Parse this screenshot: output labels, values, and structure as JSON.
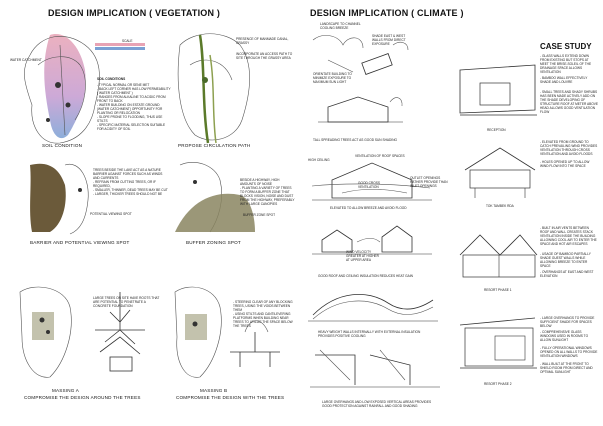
{
  "left": {
    "title": "DESIGN IMPLICATION ( VEGETATION )",
    "labels": {
      "water_catchment": "WATER CATCHMENT",
      "scale": "SCALE",
      "soil_conditions_head": "SOIL CONDITIONS",
      "soil_conditions_body": "- TYPICAL NORMAL OR SENE MET\n- BACK LEFT CORNER HAS LOW PERMEABILITY ( WATER CATCHMENT )\n- RANGES FROM ALKALINE TO ACIDIC FROM FRONT TO BACK\n- WATER BUILDING ON ESTATE GROUND (WATER CATCHMENT) OPPORTUNITY FOR PLANTING OR RELOCATION\n- SLOPE PRONE TO FLOODING, THUS USE STILTS\n- SPECIFIC MATERIAL SELECTION SUITABLE FOR ACIDITY OF SOIL",
      "presence_manmade": "PRESENCE OF MANMADE CANAL, GRASSY",
      "incorporate": "INCORPORATE AN ACCESS PATH TO SITE THROUGH THE GRASSY AREA",
      "soil_condition": "SOIL CONDITION",
      "propose_path": "PROPOSE CIRCULATION PATH",
      "trees_beside": "TREES BESIDE THE LAKE ACT AS A NATURE BARRIER AGAINST FORCES SUCH AS WINDS AND CURRENTS\n- REFRAIN FROM CUTTING TREES, OR IF REQUIRED,\n- SMALLER, THINNER, DEAD TREES MAY BE CUT\n- LARGER, THICKER TREES SHOULD NOT BE",
      "potential_viewing": "POTENTIAL VIEWING SPOT",
      "beside_highway": "BESIDE A HIGHWAY, HIGH AMOUNTS OF NOISE\n- PLANTING A VARIETY OF TREES TO FORM A BUFFER ZONE THAT BLOCKS VISION, NOISE AND DUST FROM THE HIGHWAY, PREFERABLY WITH LARGE CANOPIES",
      "buffer_zone": "BUFFER ZONE SPOT",
      "barrier": "BARRIER AND POTENTIAL VIEWING SPOT",
      "buffer_zoning": "BUFFER ZONING SPOT",
      "large_trees": "LARGE TREES ON SITE HAVE ROOTS THAT ARE POTENTIAL TO PENETRATE A CONCRETE FOUNDATION",
      "steering": "- STEERING CLEAR OF ANY BLOCKING TREES, USING THE VOIDS BETWEEN THEM\n- USING STILTS AND CANTILEVERING PLATFORMS WHEN BUILDING NEAR TREES TO UTILIZE THE SPACE BELOW THE TREES",
      "massing_a_1": "MASSING A",
      "massing_a_2": "COMPROMISE THE DESIGN AROUND THE TREES",
      "massing_b_1": "MASSING B",
      "massing_b_2": "COMPROMISE THE DESIGN WITH THE TREES"
    }
  },
  "right": {
    "title": "DESIGN IMPLICATION ( CLIMATE )",
    "labels": {
      "landscape": "LANDSCAPE TO CHANNEL COOLING BREEZE",
      "shade_east": "SHADE EAST & WEST WALLS FROM DIRECT EXPOSURE",
      "orientate": "ORIENTATE BUILDING TO MINIMIZE EXPOSURE TO MAXIMUM SUN LIGHT",
      "tall_spreading": "TALL SPREADING TREES ACT AS GOOD SUN SHADING",
      "high_ceiling": "HIGH CEILING",
      "ventilation_roof": "VENTILATION OF ROOF SPACES",
      "good_cross": "GOOD CROSS VENTILATION",
      "elevated": "ELEVATED TO ALLOW BREEZE AND AVOID FLOOD",
      "outlet": "OUTLET OPENINGS RATHER PROVIDE THAN INLET OPENINGS",
      "wind_velocity": "WIND VELOCITY GREATER AT HIGHER AT UPPER AREA",
      "good_roof": "GOOD ROOF AND CEILING INSULATION REDUCES HEAT GAIN",
      "heavy_weight": "HEAVY WEIGHT WALLS INTERNALLY WITH EXTERNAL INSULATION PROVIDES POSITIVE COOLING",
      "large_overhangs": "LARGE OVERHANGS AND LOW EXPOSED VERTICAL AREAS PROVIDES GOOD PROTECTION AGAINST RAINFALL AND GOOD SHADING"
    }
  },
  "case_study": {
    "title": "CASE STUDY",
    "notes": {
      "n1": "- GLASS WALLS EXTEND DOWN FROM EXISTING BUT STOPS AT MEET THE BRISE-SOLEIL OF THE DRAINAGE SPACE ALLOWS VENTILATION",
      "n2": "- BAMBOO WALL EFFECTIVELY SHADE AND LOUVRE",
      "n3": "- SMALL TREES AND SHADY SHRUBS HAS BEEN MADE ACTIVELY ADD ON THE SHADE DEVELOPING OF STRUCTURE ROOF AT METER ABOVE HEAD ALLOWS GOOD VENTILATION FLOW",
      "n4": "- ELEVATED FROM GROUND TO CATCH PREVAILING WIND PROVIDES VENTILATION THROUGH CROSS VENTILATION AND AVOID FLOODS",
      "n5": "- HOLES OPENED UP TO ALLOW WIND FLOW INTO THE SPACE",
      "n6": "- BUILT IN AIR VENTS BETWEEN ROOF AND WALL CREATES STACK VENTILATION INSIDE THE BUILDING ALLOWING COOL AIR TO ENTER THE SPACE AND HOT AIR ESCAPES",
      "n7": "- USAGE OF BAMBOO PARTIALLY SHADE GUEST WALLS WHILE ALLOWING BREEZE TO ENTER SPACE",
      "n8": "- OVERHANGS AT EAST AND WEST ELEVATION",
      "n9": "- LARGE OVERHANGS TO PROVIDE SUFFICIENT SHADE FOR SPACES BELOW",
      "n10": "- COMPREHENSIVE GLASS WINDOWS USED IN ROOMS TO ALLOW SUNLIGHT",
      "n11": "- FULLY OPERATIONAL WINDOWS OPENED ON ALL WALLS TO PROVIDE VENTILATION WINDOWS",
      "n12": "- WALL BUILT AT THE FRONT TO SHIELD ROOM FROM DIRECT AND OPTIMAL SUNLIGHT"
    },
    "captions": {
      "reception": "RECEPTION",
      "tok_tambek": "TOK TAMBEK RDA",
      "resort_1": "RESORT PHASE 1",
      "resort_2": "RESORT PHASE 2"
    }
  },
  "colors": {
    "catchment": "#e8a3b4",
    "terrain": "#6b5a3a",
    "blue_zone": "#7aa0d4",
    "pencil": "#555555"
  }
}
